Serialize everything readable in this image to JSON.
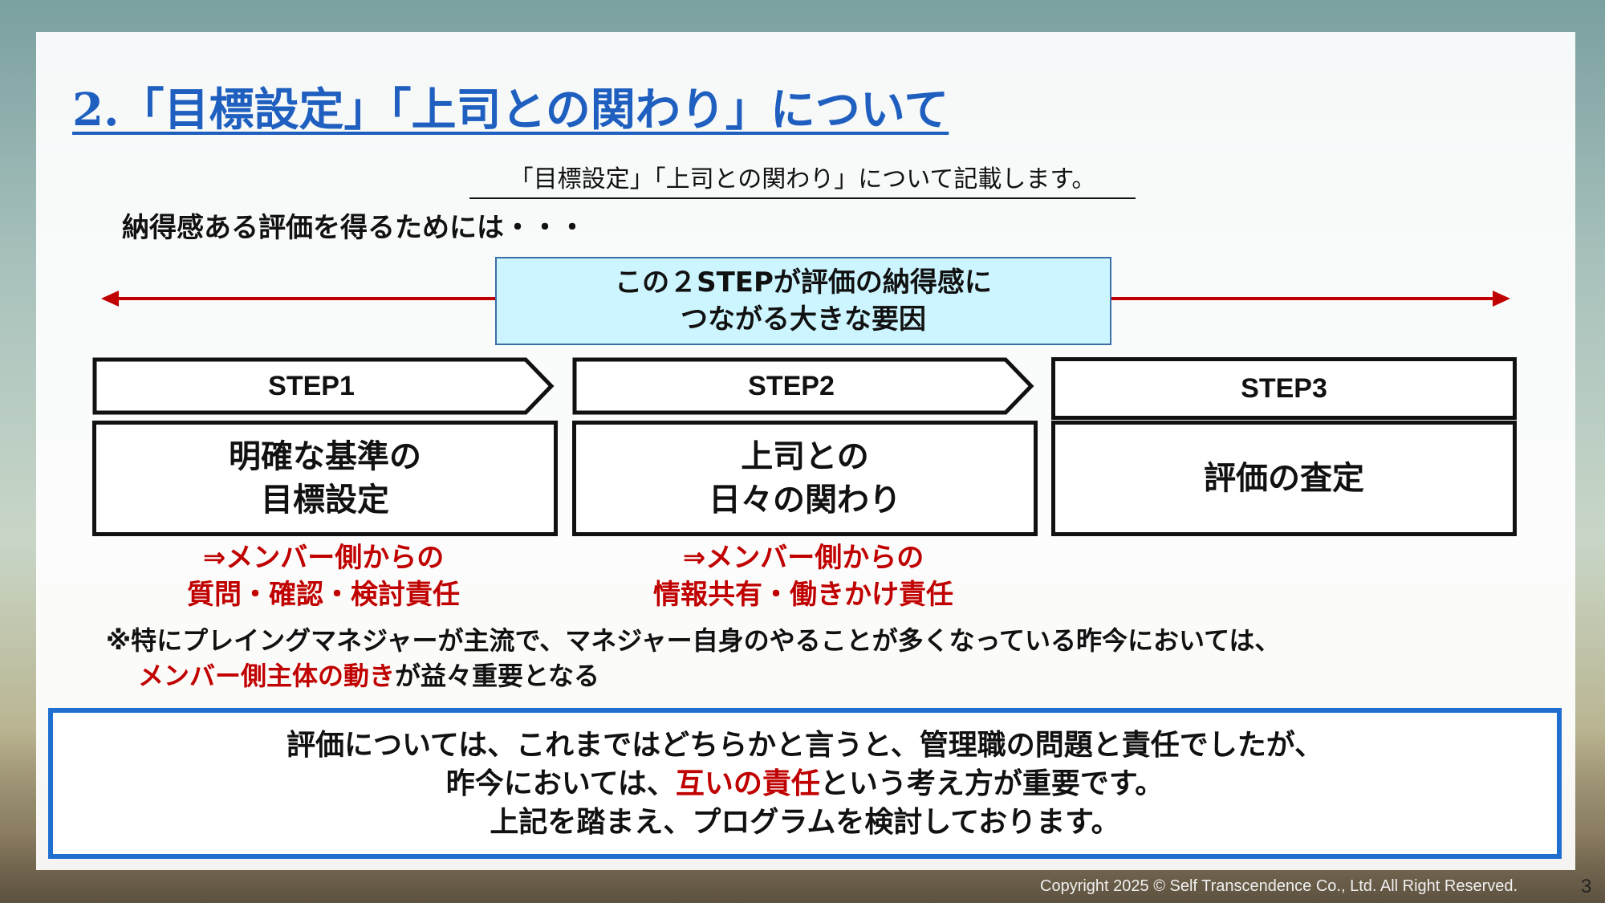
{
  "title": "2.「目標設定」「上司との関わり」について",
  "subtitle": "「目標設定」「上司との関わり」について記載します。",
  "intro": "納得感ある評価を得るためには・・・",
  "callout": {
    "line1": "この２STEPが評価の納得感に",
    "line2": "つながる大きな要因"
  },
  "steps": [
    {
      "label": "STEP1",
      "line1": "明確な基準の",
      "line2": "目標設定",
      "resp1": "⇒メンバー側からの",
      "resp2": "質問・確認・検討責任"
    },
    {
      "label": "STEP2",
      "line1": "上司との",
      "line2": "日々の関わり",
      "resp1": "⇒メンバー側からの",
      "resp2": "情報共有・働きかけ責任"
    },
    {
      "label": "STEP3",
      "line1": "評価の査定"
    }
  ],
  "note": {
    "line1": "※特にプレイングマネジャーが主流で、マネジャー自身のやることが多くなっている昨今においては、",
    "line2_red": "メンバー側主体の動き",
    "line2_rest": "が益々重要となる"
  },
  "summary": {
    "line1": "評価については、これまではどちらかと言うと、管理職の問題と責任でしたが、",
    "line2_pre": "昨今においては、",
    "line2_red": "互いの責任",
    "line2_post": "という考え方が重要です。",
    "line3": "上記を踏まえ、プログラムを検討しております。"
  },
  "footer": {
    "copyright": "Copyright 2025 © Self Transcendence Co., Ltd. All Right Reserved.",
    "page": "3"
  },
  "colors": {
    "title_blue": "#1f5fbf",
    "accent_red": "#c00000",
    "callout_bg": "#ccf5ff",
    "summary_border": "#1f6fd1"
  }
}
